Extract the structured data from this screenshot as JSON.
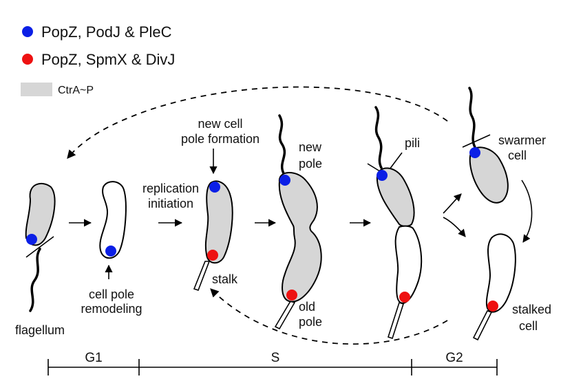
{
  "colors": {
    "blue": "#0b1fe6",
    "red": "#ee1111",
    "ctra": "#d6d6d6"
  },
  "legend": {
    "blue_label": "PopZ, PodJ & PleC",
    "red_label": "PopZ, SpmX & DivJ",
    "ctra_label": "CtrA~P"
  },
  "labels": {
    "flagellum": "flagellum",
    "cell_pole_remodeling_1": "cell pole",
    "cell_pole_remodeling_2": "remodeling",
    "replication_1": "replication",
    "replication_2": "initiation",
    "new_cell_pole_1": "new cell",
    "new_cell_pole_2": "pole formation",
    "stalk": "stalk",
    "new_pole_1": "new",
    "new_pole_2": "pole",
    "old_pole_1": "old",
    "old_pole_2": "pole",
    "pili": "pili",
    "swarmer_1": "swarmer",
    "swarmer_2": "cell",
    "stalked_1": "stalked",
    "stalked_2": "cell"
  },
  "phases": [
    "G1",
    "S",
    "G2"
  ]
}
